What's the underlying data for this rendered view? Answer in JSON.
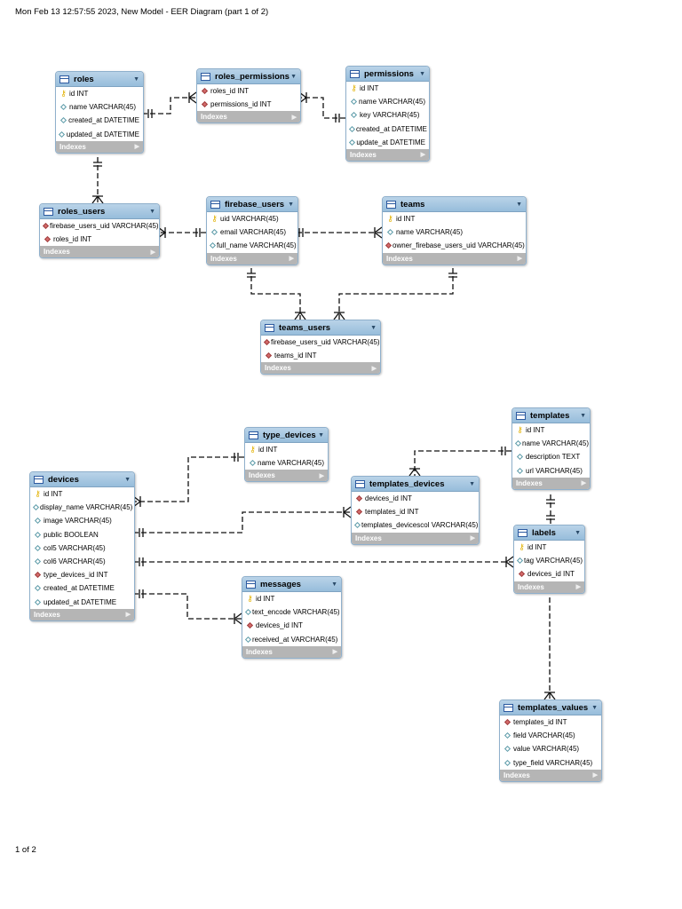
{
  "page": {
    "header": "Mon Feb 13 12:57:55 2023, New Model - EER Diagram (part 1 of 2)",
    "footer": "1 of 2"
  },
  "colors": {
    "header_bg": "#9cc0dd",
    "indexes_bg": "#b5b5b5",
    "pk_icon": "#e2b100",
    "fk_icon": "#d46a6a"
  },
  "entities": [
    {
      "id": "roles",
      "title": "roles",
      "indexes_label": "Indexes",
      "columns": [
        {
          "name": "id INT",
          "kind": "pk"
        },
        {
          "name": "name VARCHAR(45)",
          "kind": "col"
        },
        {
          "name": "created_at DATETIME",
          "kind": "col"
        },
        {
          "name": "updated_at DATETIME",
          "kind": "col"
        }
      ]
    },
    {
      "id": "roles_permissions",
      "title": "roles_permissions",
      "indexes_label": "Indexes",
      "columns": [
        {
          "name": "roles_id INT",
          "kind": "fk"
        },
        {
          "name": "permissions_id INT",
          "kind": "fk"
        }
      ]
    },
    {
      "id": "permissions",
      "title": "permissions",
      "indexes_label": "Indexes",
      "columns": [
        {
          "name": "id INT",
          "kind": "pk"
        },
        {
          "name": "name VARCHAR(45)",
          "kind": "col"
        },
        {
          "name": "key VARCHAR(45)",
          "kind": "col"
        },
        {
          "name": "created_at DATETIME",
          "kind": "col"
        },
        {
          "name": "update_at DATETIME",
          "kind": "col"
        }
      ]
    },
    {
      "id": "roles_users",
      "title": "roles_users",
      "indexes_label": "Indexes",
      "columns": [
        {
          "name": "firebase_users_uid VARCHAR(45)",
          "kind": "fk"
        },
        {
          "name": "roles_id INT",
          "kind": "fk"
        }
      ]
    },
    {
      "id": "firebase_users",
      "title": "firebase_users",
      "indexes_label": "Indexes",
      "columns": [
        {
          "name": "uid VARCHAR(45)",
          "kind": "pk"
        },
        {
          "name": "email VARCHAR(45)",
          "kind": "col"
        },
        {
          "name": "full_name VARCHAR(45)",
          "kind": "col"
        }
      ]
    },
    {
      "id": "teams",
      "title": "teams",
      "indexes_label": "Indexes",
      "columns": [
        {
          "name": "id INT",
          "kind": "pk"
        },
        {
          "name": "name VARCHAR(45)",
          "kind": "col"
        },
        {
          "name": "owner_firebase_users_uid VARCHAR(45)",
          "kind": "fk"
        }
      ]
    },
    {
      "id": "teams_users",
      "title": "teams_users",
      "indexes_label": "Indexes",
      "columns": [
        {
          "name": "firebase_users_uid VARCHAR(45)",
          "kind": "fk"
        },
        {
          "name": "teams_id INT",
          "kind": "fk"
        }
      ]
    },
    {
      "id": "type_devices",
      "title": "type_devices",
      "indexes_label": "Indexes",
      "columns": [
        {
          "name": "id INT",
          "kind": "pk"
        },
        {
          "name": "name VARCHAR(45)",
          "kind": "col"
        }
      ]
    },
    {
      "id": "templates",
      "title": "templates",
      "indexes_label": "Indexes",
      "columns": [
        {
          "name": "id INT",
          "kind": "pk"
        },
        {
          "name": "name VARCHAR(45)",
          "kind": "col"
        },
        {
          "name": "description TEXT",
          "kind": "col"
        },
        {
          "name": "url VARCHAR(45)",
          "kind": "col"
        }
      ]
    },
    {
      "id": "templates_devices",
      "title": "templates_devices",
      "indexes_label": "Indexes",
      "columns": [
        {
          "name": "devices_id INT",
          "kind": "fk"
        },
        {
          "name": "templates_id INT",
          "kind": "fk"
        },
        {
          "name": "templates_devicescol VARCHAR(45)",
          "kind": "col"
        }
      ]
    },
    {
      "id": "devices",
      "title": "devices",
      "indexes_label": "Indexes",
      "columns": [
        {
          "name": "id INT",
          "kind": "pk"
        },
        {
          "name": "display_name VARCHAR(45)",
          "kind": "col"
        },
        {
          "name": "image VARCHAR(45)",
          "kind": "col"
        },
        {
          "name": "public BOOLEAN",
          "kind": "col"
        },
        {
          "name": "col5 VARCHAR(45)",
          "kind": "col"
        },
        {
          "name": "col6 VARCHAR(45)",
          "kind": "col"
        },
        {
          "name": "type_devices_id INT",
          "kind": "fk"
        },
        {
          "name": "created_at DATETIME",
          "kind": "col"
        },
        {
          "name": "updated_at DATETIME",
          "kind": "col"
        }
      ]
    },
    {
      "id": "labels",
      "title": "labels",
      "indexes_label": "Indexes",
      "columns": [
        {
          "name": "id INT",
          "kind": "pk"
        },
        {
          "name": "tag VARCHAR(45)",
          "kind": "col"
        },
        {
          "name": "devices_id INT",
          "kind": "fk"
        }
      ]
    },
    {
      "id": "messages",
      "title": "messages",
      "indexes_label": "Indexes",
      "columns": [
        {
          "name": "id INT",
          "kind": "pk"
        },
        {
          "name": "text_encode VARCHAR(45)",
          "kind": "col"
        },
        {
          "name": "devices_id INT",
          "kind": "fk"
        },
        {
          "name": "received_at VARCHAR(45)",
          "kind": "col"
        }
      ]
    },
    {
      "id": "templates_values",
      "title": "templates_values",
      "indexes_label": "Indexes",
      "columns": [
        {
          "name": "templates_id INT",
          "kind": "fk"
        },
        {
          "name": "field VARCHAR(45)",
          "kind": "col"
        },
        {
          "name": "value VARCHAR(45)",
          "kind": "col"
        },
        {
          "name": "type_field VARCHAR(45)",
          "kind": "col"
        }
      ]
    }
  ],
  "relationships": [
    {
      "from": "roles",
      "to": "roles_permissions",
      "cardinality": "one-to-many"
    },
    {
      "from": "permissions",
      "to": "roles_permissions",
      "cardinality": "one-to-many"
    },
    {
      "from": "roles",
      "to": "roles_users",
      "cardinality": "one-to-many"
    },
    {
      "from": "firebase_users",
      "to": "roles_users",
      "cardinality": "one-to-many"
    },
    {
      "from": "firebase_users",
      "to": "teams",
      "cardinality": "one-to-many"
    },
    {
      "from": "firebase_users",
      "to": "teams_users",
      "cardinality": "one-to-many"
    },
    {
      "from": "teams",
      "to": "teams_users",
      "cardinality": "one-to-many"
    },
    {
      "from": "type_devices",
      "to": "devices",
      "cardinality": "one-to-many"
    },
    {
      "from": "devices",
      "to": "templates_devices",
      "cardinality": "one-to-many"
    },
    {
      "from": "templates",
      "to": "templates_devices",
      "cardinality": "one-to-many"
    },
    {
      "from": "devices",
      "to": "labels",
      "cardinality": "one-to-many"
    },
    {
      "from": "devices",
      "to": "messages",
      "cardinality": "one-to-many"
    },
    {
      "from": "templates",
      "to": "labels",
      "cardinality": "one-to-one"
    },
    {
      "from": "labels",
      "to": "templates_values",
      "cardinality": "one-to-many"
    }
  ]
}
